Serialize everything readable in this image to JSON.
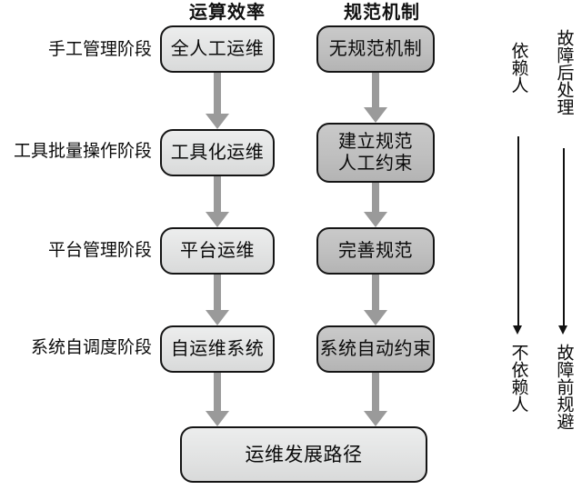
{
  "diagram": {
    "title_left": "运算效率",
    "title_right": "规范机制",
    "stages": [
      {
        "label": "手工管理阶段"
      },
      {
        "label": "工具批量操作阶段"
      },
      {
        "label": "平台管理阶段"
      },
      {
        "label": "系统自调度阶段"
      }
    ],
    "column_left": {
      "header": "运算效率",
      "nodes": [
        {
          "text": "全人工运维"
        },
        {
          "text": "工具化运维"
        },
        {
          "text": "平台运维"
        },
        {
          "text": "自运维系统"
        }
      ]
    },
    "column_right": {
      "header": "规范机制",
      "nodes": [
        {
          "text": "无规范机制"
        },
        {
          "text": "建立规范\n人工约束"
        },
        {
          "text": "完善规范"
        },
        {
          "text": "系统自动约束"
        }
      ]
    },
    "summary_node": {
      "text": "运维发展路径"
    },
    "axes": [
      {
        "top_label": "依赖人",
        "bottom_label": "不依赖人"
      },
      {
        "top_label": "故障后处理",
        "bottom_label": "故障前规避"
      }
    ],
    "colors": {
      "box_light": "#e4e5e5",
      "box_dark": "#c0c0c0",
      "box_border": "#141414",
      "arrow": "#9a9a9a",
      "text": "#0a0a0a",
      "background": "#ffffff"
    }
  }
}
